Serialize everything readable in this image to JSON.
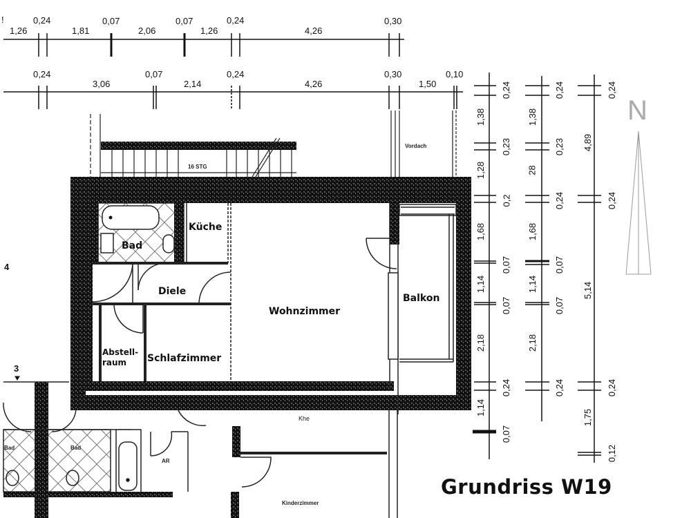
{
  "title": "Grundriss W19",
  "compass": {
    "label": "N"
  },
  "rooms": {
    "bad": "Bad",
    "kueche": "Küche",
    "diele": "Diele",
    "wohnzimmer": "Wohnzimmer",
    "balkon": "Balkon",
    "abstellraum_line1": "Abstell-",
    "abstellraum_line2": "raum",
    "schlafzimmer": "Schlafzimmer"
  },
  "small_labels": {
    "stairs": "16 STG",
    "vordach": "Vordach",
    "kueche_below": "Khe",
    "bad_below_1": "Bad",
    "bad_below_2": "Bad",
    "ar_below": "AR",
    "kinderzimmer_below": "Kinderzimmer",
    "axis_4": "4",
    "axis_3": "3",
    "axis_top": "!"
  },
  "dimensions": {
    "top_row": [
      "1,26",
      "0,24",
      "1,81",
      "0,07",
      "2,06",
      "0,07",
      "1,26",
      "0,24",
      "4,26",
      "0,30"
    ],
    "second_row": [
      "0,24",
      "3,06",
      "0,07",
      "2,14",
      "0,24",
      "4,26",
      "0,30",
      "1,50",
      "0,10"
    ],
    "right_col_1": [
      "0,24",
      "1,38",
      "0,23",
      "1,28",
      "0,2",
      "1,68",
      "0,07",
      "1,14",
      "0,07",
      "2,18",
      "0,24",
      "1,14",
      "0,07"
    ],
    "right_col_2": [
      "0,24",
      "1,38",
      "0,23",
      "28",
      "0,24",
      "1,68",
      "0,07",
      "1,14",
      "0,07",
      "2,18",
      "0,24"
    ],
    "right_col_3": [
      "0,24",
      "4,89",
      "0,24",
      "5,14",
      "0,24",
      "1,75",
      "0,12"
    ]
  }
}
